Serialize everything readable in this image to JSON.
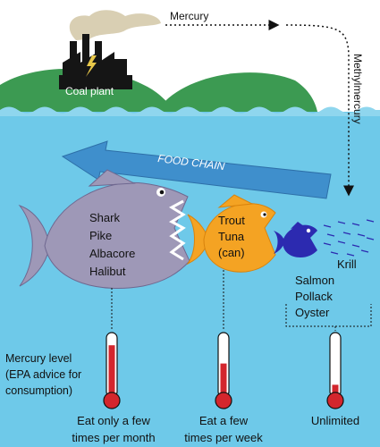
{
  "colors": {
    "water": "#6ec9e9",
    "hill": "#3c9a52",
    "arrow": "#3f8fcc",
    "fish_large": "#9e98b7",
    "fish_medium": "#f4a323",
    "fish_small": "#2c2ab0",
    "mercury": "#d3262d"
  },
  "labels": {
    "mercury": "Mercury",
    "methylmercury": "Methylmercury",
    "coal_plant": "Coal plant",
    "food_chain": "FOOD CHAIN",
    "krill": "Krill"
  },
  "fish_large_species": [
    "Shark",
    "Pike",
    "Albacore",
    "Halibut"
  ],
  "fish_medium_species": [
    "Trout",
    "Tuna",
    "(can)"
  ],
  "fish_small_species": [
    "Salmon",
    "Pollack",
    "Oyster"
  ],
  "legend": [
    "Mercury level",
    "(EPA advice for",
    "consumption)"
  ],
  "advice": {
    "high": [
      "Eat only a few",
      "times per month"
    ],
    "medium": [
      "Eat a few",
      "times per week"
    ],
    "low": [
      "Unlimited"
    ]
  },
  "thermometer_levels": {
    "high": 0.85,
    "medium": 0.55,
    "low": 0.2
  },
  "icons": [
    "factory-icon",
    "lightning-icon",
    "thermometer-icon"
  ]
}
